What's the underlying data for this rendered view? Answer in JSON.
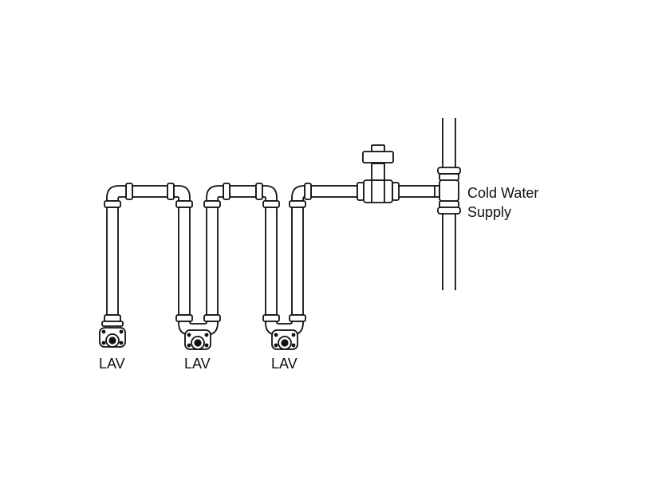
{
  "labels": {
    "supply_line1": "Cold Water",
    "supply_line2": "Supply",
    "fixtures": [
      "LAV",
      "LAV",
      "LAV"
    ]
  },
  "colors": {
    "stroke": "#111111",
    "background": "#ffffff"
  }
}
